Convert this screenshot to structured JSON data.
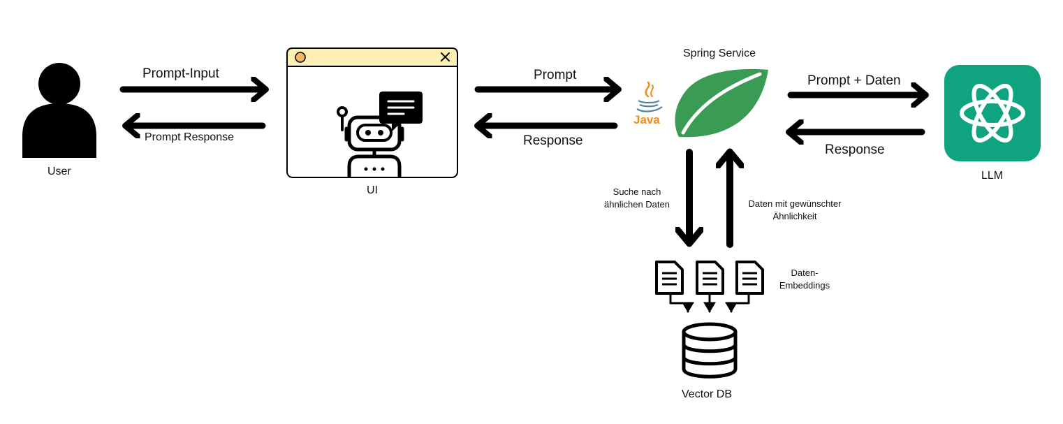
{
  "nodes": {
    "user": {
      "label": "User",
      "icon": "user-icon"
    },
    "ui": {
      "label": "UI",
      "icon": "chatbot-window-icon"
    },
    "java": {
      "label": "Java",
      "icon": "java-logo-icon"
    },
    "spring": {
      "label": "Spring Service",
      "icon": "spring-leaf-icon"
    },
    "llm": {
      "label": "LLM",
      "icon": "openai-logo-icon"
    },
    "vectordb": {
      "label": "Vector DB",
      "icon": "database-icon"
    },
    "docs": {
      "label_line1": "Daten-",
      "label_line2": "Embeddings",
      "icon": "document-icon"
    }
  },
  "edges": {
    "prompt_input": "Prompt-Input",
    "prompt_response": "Prompt Response",
    "prompt": "Prompt",
    "response_ui": "Response",
    "prompt_daten": "Prompt + Daten",
    "response_llm": "Response",
    "search_line1": "Suche nach",
    "search_line2": "ähnlichen Daten",
    "result_line1": "Daten mit gewünschter",
    "result_line2": "Ähnlichkeit"
  },
  "colors": {
    "spring_green": "#3a9b55",
    "llm_green": "#10a37f",
    "window_bar": "#fcefb4",
    "window_button": "#f4b860",
    "java_orange": "#f08c1a",
    "java_blue": "#5382a1"
  }
}
